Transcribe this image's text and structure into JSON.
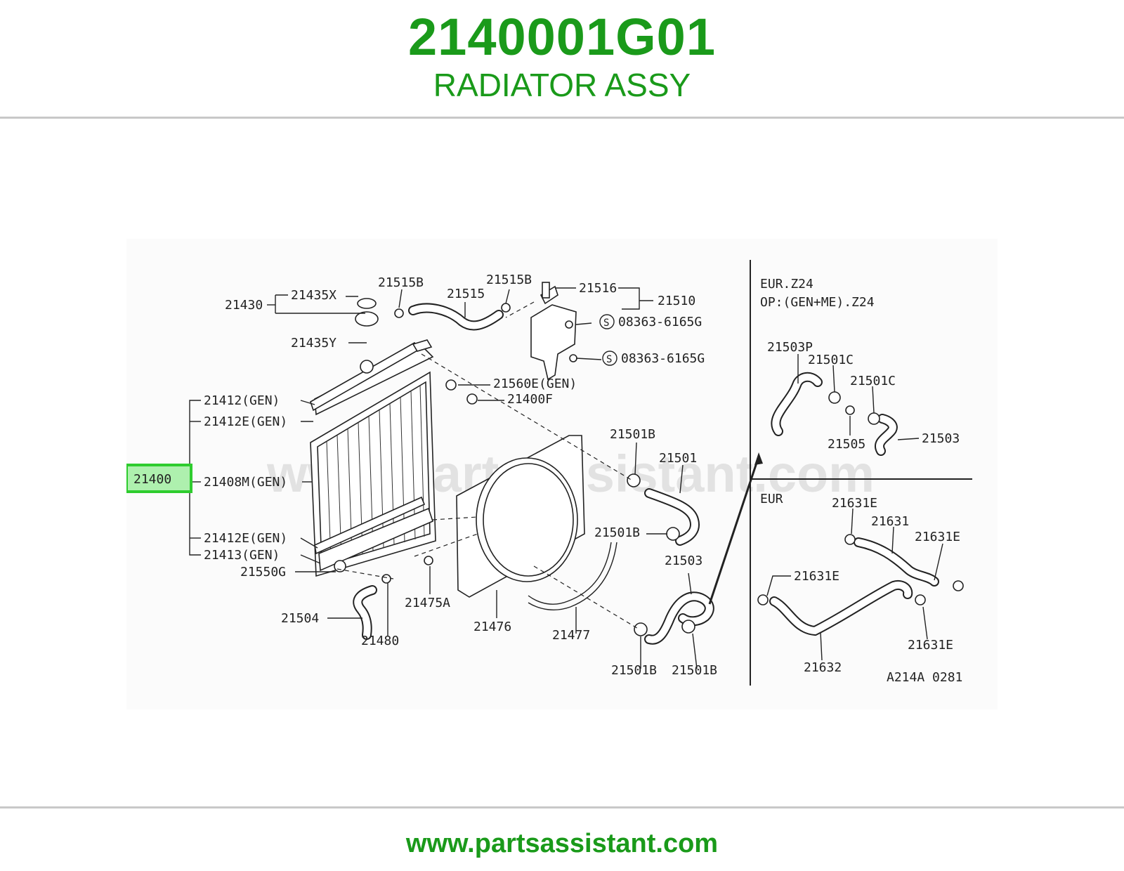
{
  "header": {
    "part_number": "2140001G01",
    "part_name": "RADIATOR ASSY"
  },
  "footer": {
    "link_text": "www.partsassistant.com",
    "accent_color": "#1a9a1a"
  },
  "diagram": {
    "watermark": "www.partsassistant.com",
    "highlighted_callout": "21400",
    "highlight_color": "#2ecc2e",
    "callouts": {
      "c21430": "21430",
      "c21435X": "21435X",
      "c21515B_a": "21515B",
      "c21515": "21515",
      "c21515B_b": "21515B",
      "c21516": "21516",
      "c21510": "21510",
      "c08363_a": "08363-6165G",
      "c08363_b": "08363-6165G",
      "c21435Y": "21435Y",
      "c21560E": "21560E(GEN)",
      "c21400F": "21400F",
      "c21412": "21412(GEN)",
      "c21412E_a": "21412E(GEN)",
      "c21408M": "21408M(GEN)",
      "c21412E_b": "21412E(GEN)",
      "c21413": "21413(GEN)",
      "c21550G": "21550G",
      "c21504": "21504",
      "c21480": "21480",
      "c21475A": "21475A",
      "c21476": "21476",
      "c21477": "21477",
      "c21501B_a": "21501B",
      "c21501": "21501",
      "c21501B_b": "21501B",
      "c21503": "21503",
      "c21501B_c": "21501B",
      "c21501B_d": "21501B"
    },
    "inset_top": {
      "title": "EUR.Z24",
      "subtitle": "OP:(GEN+ME).Z24",
      "callouts": {
        "c21503P": "21503P",
        "c21501C_a": "21501C",
        "c21501C_b": "21501C",
        "c21505": "21505",
        "c21503": "21503"
      }
    },
    "inset_bottom": {
      "title": "EUR",
      "callouts": {
        "c21631E_a": "21631E",
        "c21631": "21631",
        "c21631E_b": "21631E",
        "c21631E_c": "21631E",
        "c21631E_d": "21631E",
        "c21632": "21632"
      }
    },
    "figure_code": "A214A 0281"
  }
}
